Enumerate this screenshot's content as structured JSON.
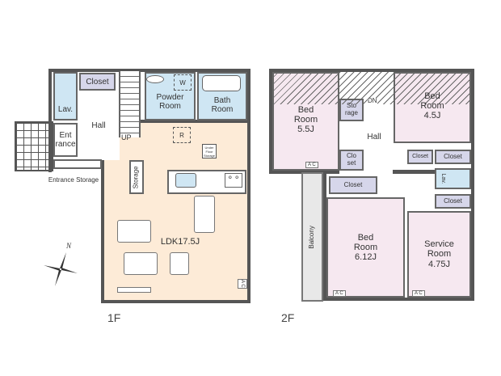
{
  "floor1": {
    "label": "1F",
    "rooms": {
      "lav": "Lav.",
      "closet": "Closet",
      "hall": "Hall",
      "up": "UP",
      "entrance": "Ent rance",
      "entrance_storage": "Entrance Storage",
      "powder": "Powder Room",
      "bath": "Bath Room",
      "storage": "Storage",
      "under_floor": "Under Floor Storage",
      "ldk": "LDK17.5J",
      "w": "W",
      "r": "R",
      "ac": "A C"
    }
  },
  "floor2": {
    "label": "2F",
    "rooms": {
      "bed1": "Bed Room 5.5J",
      "storage": "Sto rage",
      "dn": "DN",
      "hall": "Hall",
      "bed2": "Bed Room 4.5J",
      "closet_a": "Clo set",
      "closet_b": "Closet",
      "closet_c": "Closet",
      "closet_d": "Closet",
      "closet_e": "Closet",
      "lav": "Lav.",
      "balcony": "Balcony",
      "bed3": "Bed Room 6.12J",
      "service": "Service Room 4.75J",
      "ac": "A C"
    }
  },
  "compass": {
    "north": "N"
  },
  "colors": {
    "ldk": "#fdebd7",
    "wet": "#cfe6f3",
    "closet": "#d6d6ea",
    "bedroom": "#f6e8f0",
    "wall": "#555555"
  }
}
